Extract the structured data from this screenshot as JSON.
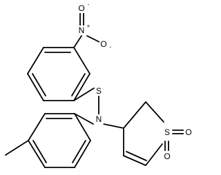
{
  "molecule": {
    "atoms": {
      "nitro_o_top": {
        "element": "O",
        "charge": "-"
      },
      "nitro_n": {
        "element": "N",
        "charge": "+"
      },
      "nitro_o_side": {
        "element": "O",
        "charge": "-"
      },
      "thio_s": {
        "element": "S"
      },
      "amine_n": {
        "element": "N"
      },
      "sulfone_s": {
        "element": "S"
      },
      "sulfone_o_right": {
        "element": "O"
      },
      "sulfone_o_bottom": {
        "element": "O"
      }
    }
  }
}
